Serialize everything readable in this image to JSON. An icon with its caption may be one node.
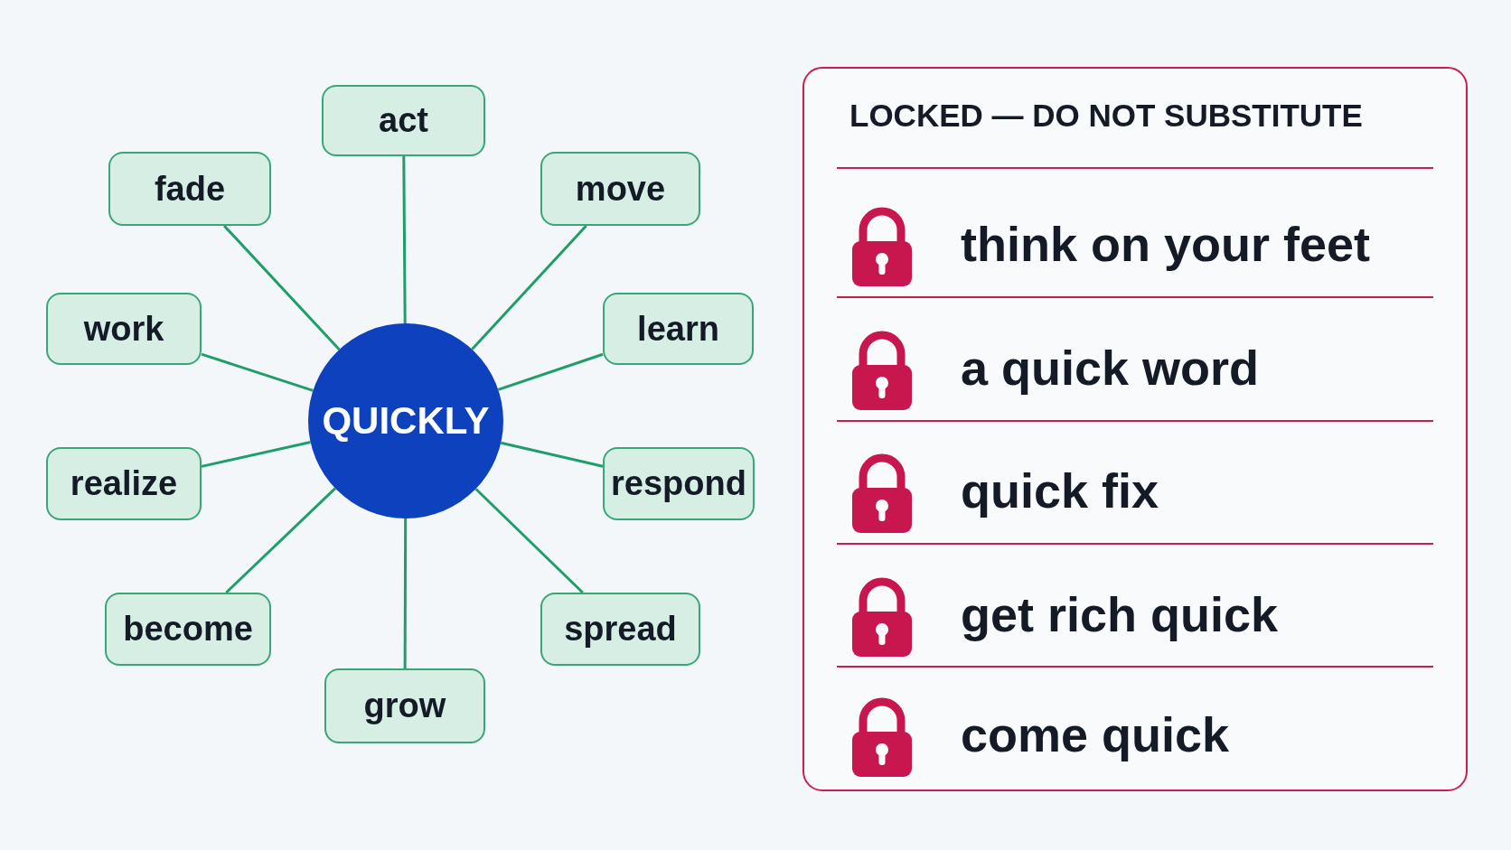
{
  "diagram": {
    "nodes": [
      {
        "text": [
          "act"
        ]
      },
      {
        "text": [
          "fade"
        ]
      },
      {
        "text": [
          "move"
        ]
      },
      {
        "text": [
          "work"
        ]
      },
      {
        "text": [
          "learn"
        ]
      },
      {
        "text": [
          "QUICKLY"
        ]
      },
      {
        "text": [
          "realize"
        ]
      },
      {
        "text": [
          "respond"
        ]
      },
      {
        "text": [
          "become"
        ]
      },
      {
        "text": [
          "spread"
        ]
      },
      {
        "text": [
          "grow"
        ]
      },
      {
        "text": [
          "LOCKED — DO NOT SUBSTITUTE",
          "think on your feet",
          "a quick word",
          "quick fix",
          "get rich quick",
          "come quick"
        ]
      }
    ],
    "edges": [
      {
        "from": 5,
        "to": 0,
        "arrow": "none"
      },
      {
        "from": 5,
        "to": 1,
        "arrow": "none"
      },
      {
        "from": 5,
        "to": 2,
        "arrow": "none"
      },
      {
        "from": 5,
        "to": 3,
        "arrow": "none"
      },
      {
        "from": 5,
        "to": 4,
        "arrow": "none"
      },
      {
        "from": 5,
        "to": 6,
        "arrow": "none"
      },
      {
        "from": 5,
        "to": 7,
        "arrow": "none"
      },
      {
        "from": 5,
        "to": 8,
        "arrow": "none"
      },
      {
        "from": 5,
        "to": 9,
        "arrow": "none"
      },
      {
        "from": 5,
        "to": 10,
        "arrow": "none"
      }
    ]
  }
}
